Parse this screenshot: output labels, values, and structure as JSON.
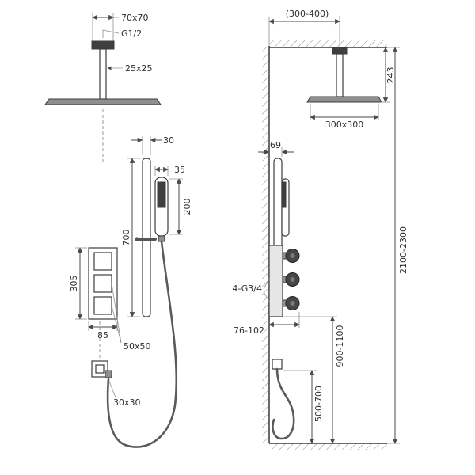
{
  "meta": {
    "drawing_name": "Shower system installation dimensions"
  },
  "colors": {
    "line": "#3c3c3c",
    "dim": "#4a4a4a",
    "dark_fill": "#3f3f3f",
    "mid_fill": "#8f8f8f",
    "background": "#ffffff"
  },
  "front_view": {
    "head_flange_size": "70x70",
    "thread_size": "G1/2",
    "arm_size": "25x25",
    "rail_width": "30",
    "handshower_width": "35",
    "handshower_length": "200",
    "rail_length": "700",
    "panel_height": "305",
    "panel_width": "85",
    "button_size": "50x50",
    "outlet_size": "30x30"
  },
  "side_view": {
    "arm_wall_distance": "(300-400)",
    "head_drop": "243",
    "head_size": "300x300",
    "rail_wall_distance": "69",
    "connections": "4-G3/4",
    "valve_depth": "76-102",
    "total_height": "2100-2300",
    "valve_height": "900-1100",
    "hose_outlet_height": "500-700"
  }
}
